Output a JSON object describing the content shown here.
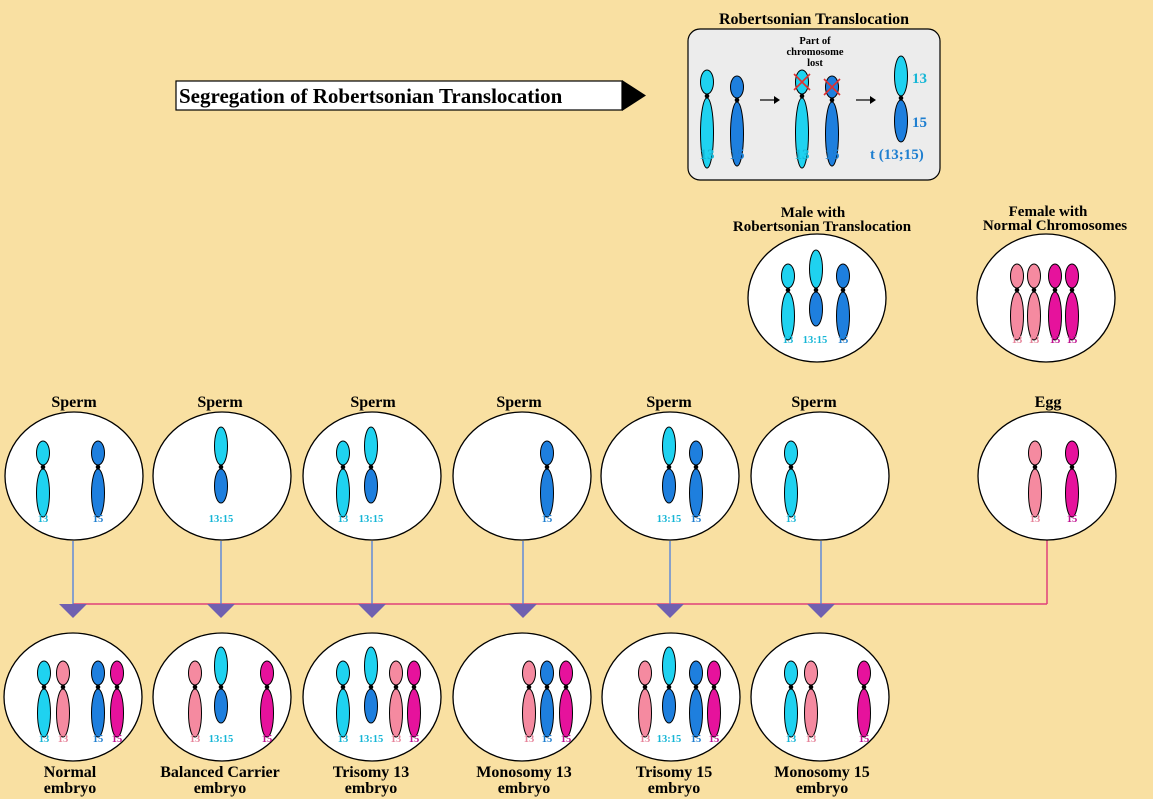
{
  "colors": {
    "background": "#f9e0a2",
    "c13": "#1fd2f0",
    "c15": "#1e7fde",
    "p13": "#f58aa0",
    "p15": "#e6129c",
    "line_blue": "#4a7de0",
    "line_pink": "#e0407a",
    "arrowhead": "#7060b0",
    "num13": "#16b6d6",
    "num15": "#1f7fd0",
    "numP13": "#e6849a",
    "numP15": "#c01090"
  },
  "banner": {
    "text": "Segregation of Robertsonian Translocation"
  },
  "inset": {
    "title": "Robertsonian Translocation",
    "lost_note": [
      "Part of",
      "chromosome",
      "lost"
    ],
    "labels": [
      "13",
      "15",
      "13",
      "15"
    ],
    "fused_top_label": "13",
    "fused_bottom_label": "15",
    "result_label": "t (13;15)"
  },
  "parents": [
    {
      "label": [
        "Male with",
        "Robertsonian Translocation"
      ],
      "nums": [
        "13",
        "13:15",
        "15"
      ]
    },
    {
      "label": [
        "Female with",
        "Normal Chromosomes"
      ],
      "nums": [
        "13",
        "13",
        "15",
        "15"
      ]
    }
  ],
  "gametes": [
    {
      "label": "Sperm",
      "nums": [
        "13",
        "15"
      ]
    },
    {
      "label": "Sperm",
      "nums": [
        "13:15"
      ]
    },
    {
      "label": "Sperm",
      "nums": [
        "13",
        "13:15"
      ]
    },
    {
      "label": "Sperm",
      "nums": [
        "15"
      ]
    },
    {
      "label": "Sperm",
      "nums": [
        "13:15",
        "15"
      ]
    },
    {
      "label": "Sperm",
      "nums": [
        "13"
      ]
    },
    {
      "label": "Egg",
      "nums": [
        "13",
        "15"
      ]
    }
  ],
  "embryos": [
    {
      "label": [
        "Normal",
        "embryo"
      ],
      "nums": [
        "13",
        "13",
        "15",
        "15"
      ]
    },
    {
      "label": [
        "Balanced Carrier",
        "embryo"
      ],
      "nums": [
        "13",
        "13:15",
        "15"
      ]
    },
    {
      "label": [
        "Trisomy 13",
        "embryo"
      ],
      "nums": [
        "13",
        "13:15",
        "13",
        "15"
      ]
    },
    {
      "label": [
        "Monosomy 13",
        "embryo"
      ],
      "nums": [
        "13",
        "15",
        "15"
      ]
    },
    {
      "label": [
        "Trisomy 15",
        "embryo"
      ],
      "nums": [
        "13",
        "13:15",
        "15",
        "15"
      ]
    },
    {
      "label": [
        "Monosomy 15",
        "embryo"
      ],
      "nums": [
        "13",
        "13",
        "15"
      ]
    }
  ]
}
